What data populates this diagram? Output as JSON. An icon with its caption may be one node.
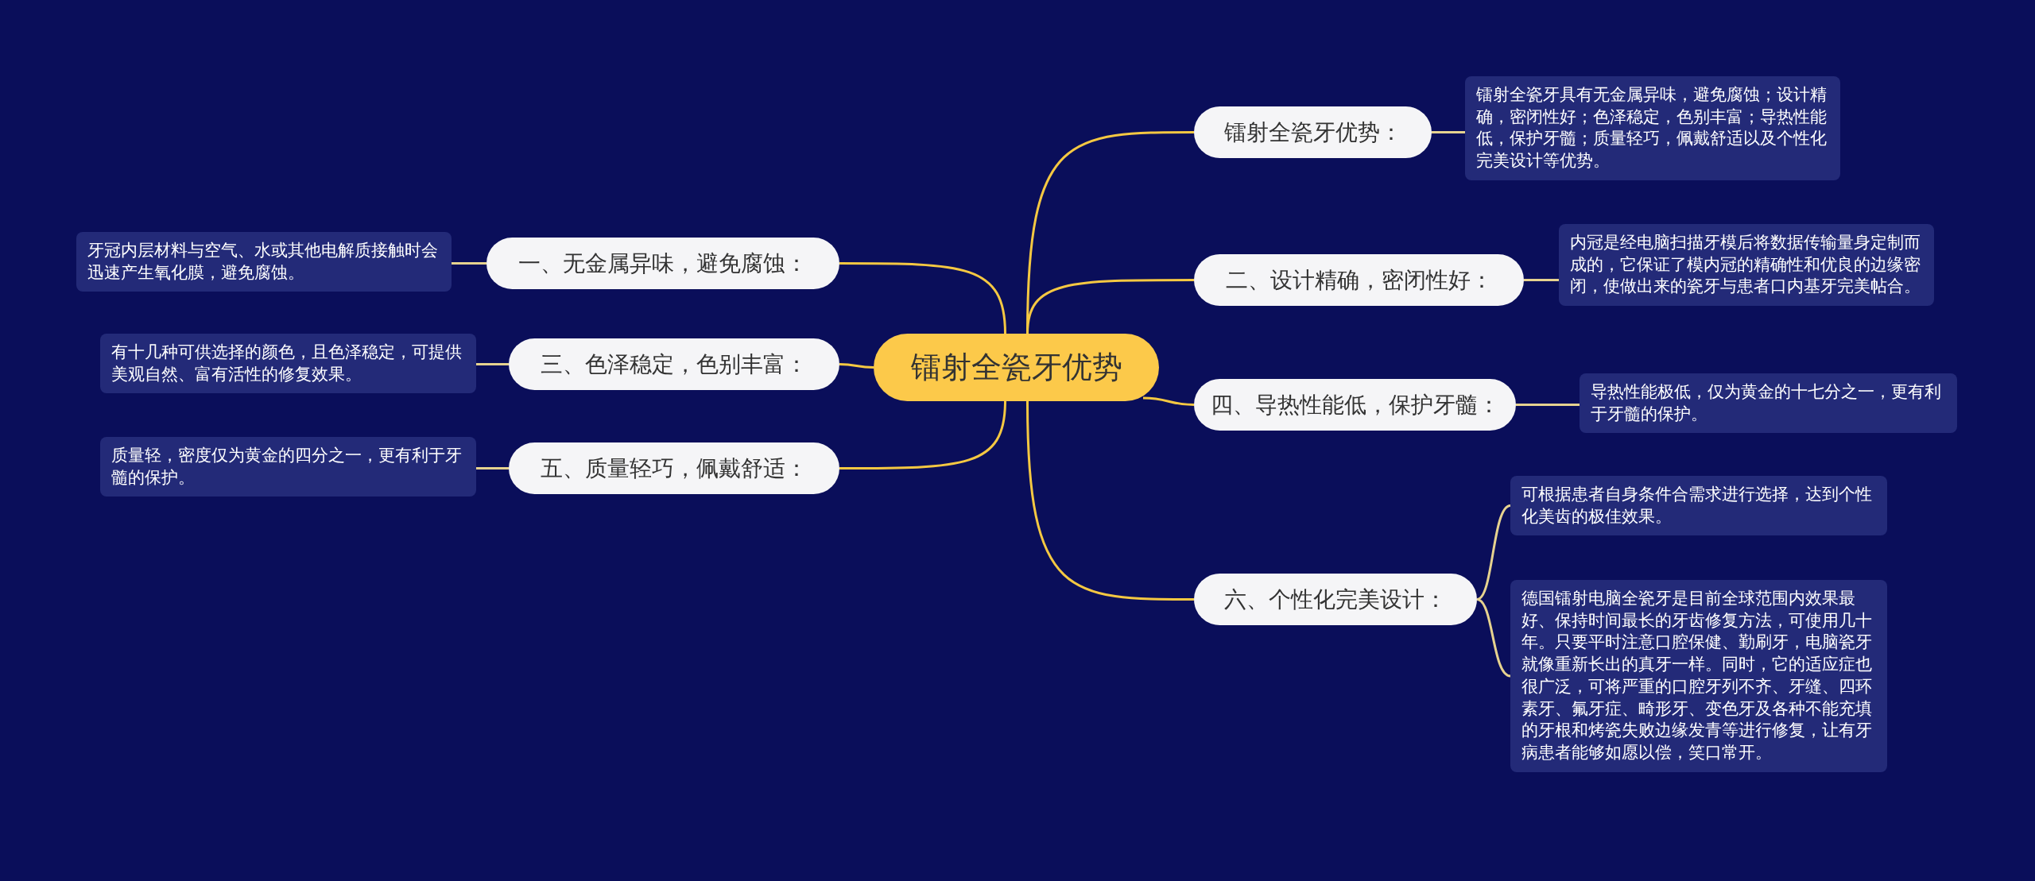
{
  "diagram": {
    "nodes": [
      {
        "text": [
          "镭射全瓷牙优势"
        ]
      },
      {
        "text": [
          "镭射全瓷牙优势："
        ]
      },
      {
        "text": [
          "镭射全瓷牙具有无金属异味，避免腐蚀；设计精确，密闭性好；色泽稳定，色别丰富；导热性能低，保护牙髓；质量轻巧，佩戴舒适以及个性化完美设计等优势。"
        ]
      },
      {
        "text": [
          "一、无金属异味，避免腐蚀："
        ]
      },
      {
        "text": [
          "牙冠内层材料与空气、水或其他电解质接触时会迅速产生氧化膜，避免腐蚀。"
        ]
      },
      {
        "text": [
          "二、设计精确，密闭性好："
        ]
      },
      {
        "text": [
          "内冠是经电脑扫描牙模后将数据传输量身定制而成的，它保证了模内冠的精确性和优良的边缘密闭，使做出来的瓷牙与患者口内基牙完美帖合。"
        ]
      },
      {
        "text": [
          "三、色泽稳定，色别丰富："
        ]
      },
      {
        "text": [
          "有十几种可供选择的颜色，且色泽稳定，可提供美观自然、富有活性的修复效果。"
        ]
      },
      {
        "text": [
          "四、导热性能低，保护牙髓："
        ]
      },
      {
        "text": [
          "导热性能极低，仅为黄金的十七分之一，更有利于牙髓的保护。"
        ]
      },
      {
        "text": [
          "五、质量轻巧，佩戴舒适："
        ]
      },
      {
        "text": [
          "质量轻，密度仅为黄金的四分之一，更有利于牙髓的保护。"
        ]
      },
      {
        "text": [
          "六、个性化完美设计："
        ]
      },
      {
        "text": [
          "可根据患者自身条件合需求进行选择，达到个性化美齿的极佳效果。"
        ]
      },
      {
        "text": [
          "德国镭射电脑全瓷牙是目前全球范围内效果最好、保持时间最长的牙齿修复方法，可使用几十年。只要平时注意口腔保健、勤刷牙，电脑瓷牙就像重新长出的真牙一样。同时，它的适应症也很广泛，可将严重的口腔牙列不齐、牙缝、四环素牙、氟牙症、畸形牙、变色牙及各种不能充填的牙根和烤瓷失败边缘发青等进行修复，让有牙病患者能够如愿以偿，笑口常开。"
        ]
      }
    ],
    "edges": [
      {
        "from": 0,
        "to": 1,
        "arrow": "none"
      },
      {
        "from": 1,
        "to": 2,
        "arrow": "none"
      },
      {
        "from": 0,
        "to": 3,
        "arrow": "none"
      },
      {
        "from": 3,
        "to": 4,
        "arrow": "none"
      },
      {
        "from": 0,
        "to": 5,
        "arrow": "none"
      },
      {
        "from": 5,
        "to": 6,
        "arrow": "none"
      },
      {
        "from": 0,
        "to": 7,
        "arrow": "none"
      },
      {
        "from": 7,
        "to": 8,
        "arrow": "none"
      },
      {
        "from": 0,
        "to": 9,
        "arrow": "none"
      },
      {
        "from": 9,
        "to": 10,
        "arrow": "none"
      },
      {
        "from": 0,
        "to": 11,
        "arrow": "none"
      },
      {
        "from": 11,
        "to": 12,
        "arrow": "none"
      },
      {
        "from": 0,
        "to": 13,
        "arrow": "none"
      },
      {
        "from": 13,
        "to": 14,
        "arrow": "none"
      },
      {
        "from": 13,
        "to": 15,
        "arrow": "none"
      }
    ]
  }
}
